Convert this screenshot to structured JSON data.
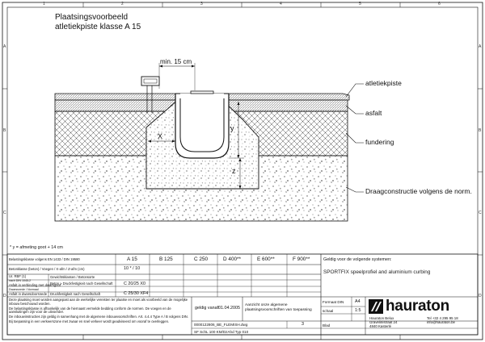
{
  "title_lines": [
    "Plaatsingsvoorbeeld",
    "atletiekpiste klasse A 15"
  ],
  "dimension_label": "min. 15 cm",
  "layer_labels": [
    "atletiekpiste",
    "asfalt",
    "fundering",
    "Draagconstructie volgens de norm."
  ],
  "dim_letters": {
    "x": "X",
    "y": "y",
    "z": "z"
  },
  "footnote": "* y = afmeting goot + 14 cm",
  "border_numbers": [
    "1",
    "2",
    "3",
    "4",
    "5",
    "6"
  ],
  "border_letters": [
    "A",
    "B",
    "C",
    "D"
  ],
  "classes": [
    "A 15",
    "B 125",
    "C 250",
    "D 400**",
    "E 600**",
    "F 900**"
  ],
  "table": {
    "row_norm_label": "Belastingsklasse volgens EN 1433 / DIN 19580",
    "row_xyz_label": "Betonklasse (beton) / Voegen / X-afm / Z-afm (cm)",
    "row_xyz_value": "10 * / 10",
    "row3_label": "Ur. RBF (1)",
    "row3_sub": "nach DIN 1045-2",
    "row3_right": "Gewichtsklassen / Betonsorte",
    "row4_label": "Asfalt in verbinding met dwarsgoot",
    "row4_sub": "Dwarssnede / Normaal",
    "row4_right": "Beton ≥ Druckfestigkeit nach Gesellschaft",
    "row4_value": "C 20/25 X0",
    "row5_label": "Asfalt in dwarsdoorsnede",
    "row5_right": "Druckfestigkeit nach Gesellschaft",
    "row5_value": "C 25/30 XF4"
  },
  "fine_print": [
    "Deze plaatsing moet worden aangepast aan de werkelijke vereisten ter plaatse en moet als voorbeeld van de mogelijke inbouw beschouwd worden.",
    "De belastingsklasse is afhankelijk van de hiernaast vermelde bedding conform de normen. De voegen en de aansluitingen zijn voor de uitvoerder.",
    "De inbouwinstructies zijn geldig in samenhang met de algemene inbouwvoorschriften. Art. 4.4.4 Type A / B volgens DIN.",
    "Bij toepassing in een verkeerszone met zwaar en snel verkeer wordt geadviseerd om vooraf te overleggen."
  ],
  "validity_label": "Geldig voor de volgende systemen:",
  "system_name": "SPORTFIX speelprofiel and aluminium curbing",
  "valid_from_label": "geldig vanaf:",
  "valid_from_date": "01.04.2005",
  "note_label": "Aanzicht onze algemene plaatsingsvoorschriften van toepassing",
  "format_label": "Formaat DIN",
  "format_value": "A4",
  "scale_label": "schaal",
  "scale_value": "1:5",
  "sheet_value": "Blad",
  "drawing_no": "0000122806_BE_FLEMISH.dwg",
  "drawing_rev": "3",
  "drawing_sub": "SF SchL 100 KM/DzAhd Typ 010",
  "company": {
    "name": "hauraton",
    "addr1": "Hauraton Belux",
    "addr2": "Gravelinistraat 24",
    "addr3": "4840 Kasterlé",
    "tel": "Tel +32 4 295 95 18",
    "email": "info@hauraton.be"
  },
  "colors": {
    "ink": "#111111",
    "hatch": "#333333",
    "dots": "#555555",
    "paper": "#ffffff"
  }
}
